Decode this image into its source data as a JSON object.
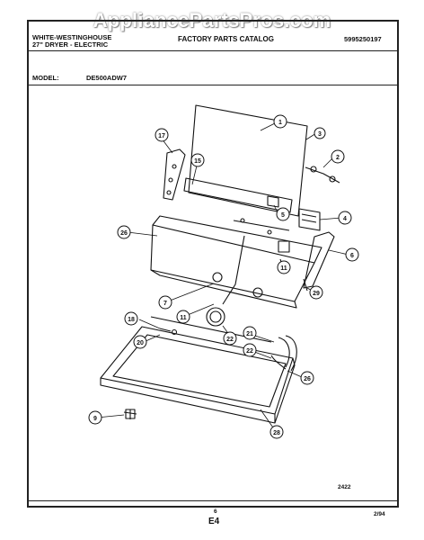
{
  "watermark": "AppliancePartsPros.com",
  "header": {
    "brand_line1": "WHITE-WESTINGHOUSE",
    "brand_line2": "27\" DRYER - ELECTRIC",
    "catalog": "FACTORY PARTS CATALOG",
    "doc_number": "5995250197",
    "model_label": "MODEL:",
    "model": "DE500ADW7"
  },
  "footer": {
    "figure_code": "2422",
    "page_small": "6",
    "page": "E4",
    "date": "2/94"
  },
  "callouts": [
    "1",
    "2",
    "3",
    "4",
    "5",
    "6",
    "7",
    "9",
    "11",
    "11",
    "15",
    "17",
    "18",
    "20",
    "21",
    "22",
    "22",
    "26",
    "26",
    "28",
    "29"
  ]
}
